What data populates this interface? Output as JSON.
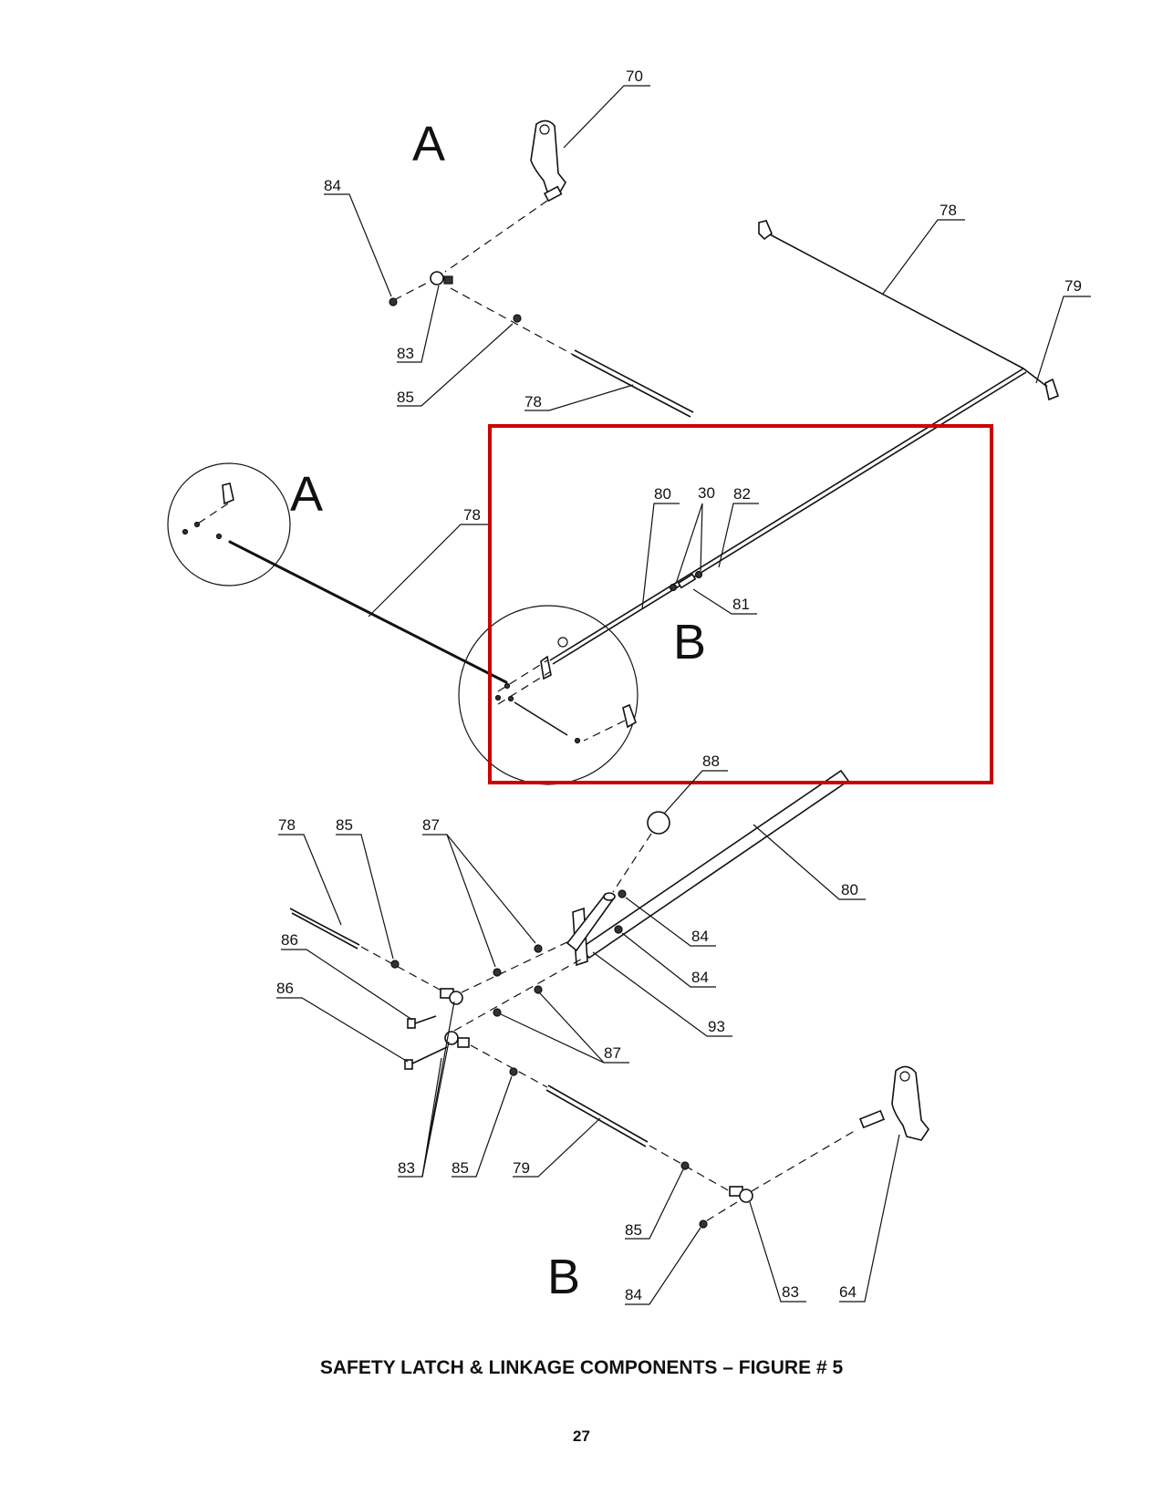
{
  "figure": {
    "caption": "SAFETY LATCH & LINKAGE COMPONENTS – FIGURE # 5",
    "page_number": "27",
    "highlight_color": "#cc0000",
    "section_labels": {
      "a_top": "A",
      "a_detail": "A",
      "b_detail": "B",
      "b_bottom": "B"
    },
    "callouts": {
      "c70": "70",
      "c84a": "84",
      "c83a": "83",
      "c85a": "85",
      "c78a": "78",
      "c78b": "78",
      "c79a": "79",
      "c78c": "78",
      "c80a": "80",
      "c30": "30",
      "c82": "82",
      "c81": "81",
      "c88": "88",
      "c78d": "78",
      "c85b": "85",
      "c87a": "87",
      "c80b": "80",
      "c84b": "84",
      "c84c": "84",
      "c86a": "86",
      "c86b": "86",
      "c93": "93",
      "c87b": "87",
      "c83b": "83",
      "c85c": "85",
      "c79b": "79",
      "c85d": "85",
      "c84d": "84",
      "c83c": "83",
      "c64": "64"
    }
  }
}
